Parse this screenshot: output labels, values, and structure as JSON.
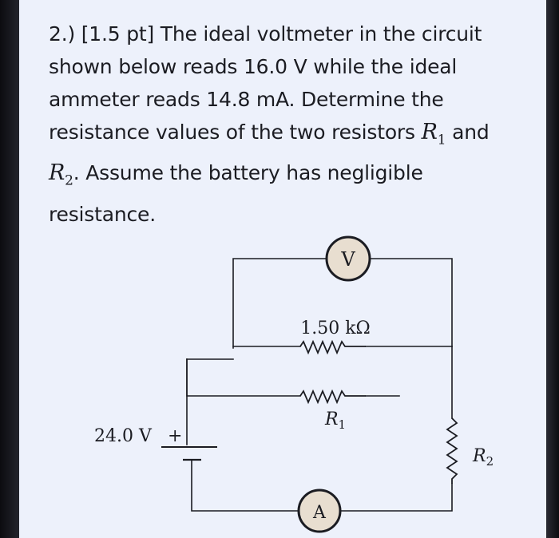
{
  "problem": {
    "line1": "2.) [1.5 pt] The ideal voltmeter in the circuit",
    "line2": "shown below reads 16.0 V while the ideal",
    "line3": "ammeter reads 14.8 mA. Determine the",
    "line4_pre": "resistance values of the two resistors ",
    "r1_letter": "R",
    "r1_sub": "1",
    "line4_post": " and",
    "r2_letter": "R",
    "r2_sub": "2",
    "line5_post": ". Assume the battery has negligible",
    "line6": "resistance."
  },
  "circuit": {
    "voltmeter_label": "V",
    "ammeter_label": "A",
    "resistor_top_label": "1.50 kΩ",
    "resistor_r1_label": "R",
    "resistor_r1_sub": "1",
    "resistor_r2_label": "R",
    "resistor_r2_sub": "2",
    "battery_voltage": "24.0 V",
    "battery_plus": "+"
  },
  "colors": {
    "screen_bg": "#edf1fb",
    "meter_fill": "#e8ded0",
    "wire": "#1b1c22"
  }
}
